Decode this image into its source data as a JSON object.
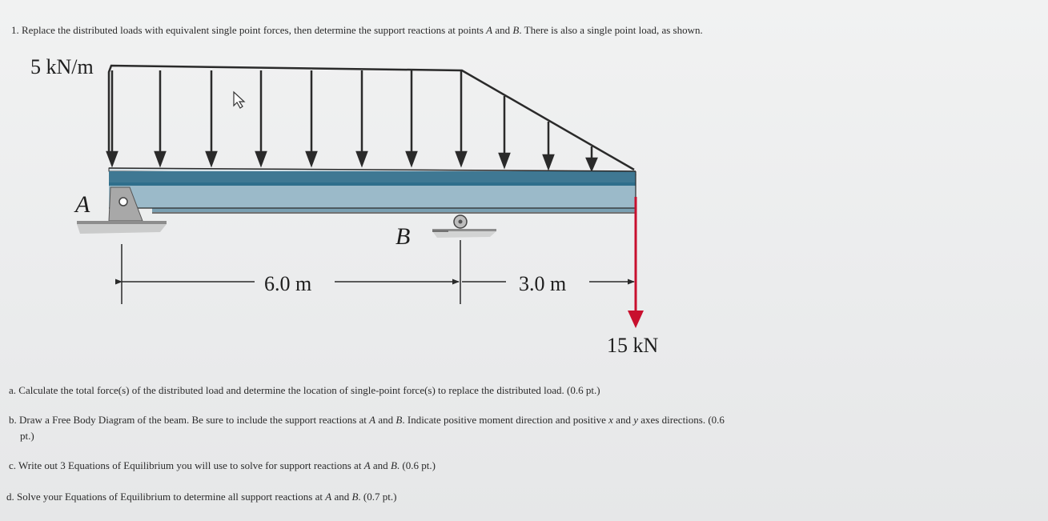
{
  "problem": {
    "title_prefix": "1. Replace the distributed loads with equivalent single point forces, then determine the support reactions at points ",
    "title_a": "A",
    "title_and": " and ",
    "title_b": "B",
    "title_suffix": ". There is also a single point load, as shown."
  },
  "figure": {
    "load_intensity_label": "5 kN/m",
    "support_a_label": "A",
    "support_b_label": "B",
    "dim_ab_label": "6.0 m",
    "dim_b_end_label": "3.0 m",
    "point_load_label": "15 kN",
    "colors": {
      "beam_top": "#4a7f97",
      "beam_mid": "#9dbccb",
      "beam_stripe": "#2f6f8c",
      "point_load": "#c8102e",
      "load_lines": "#2a2a2a",
      "support": "#9a9a9a"
    }
  },
  "questions": {
    "a": "a. Calculate the total force(s) of the distributed load and determine the location of single-point force(s) to replace the distributed load. (0.6 pt.)",
    "b_prefix": "b. Draw a Free Body Diagram of the beam. Be sure to include the support reactions at ",
    "b_a": "A",
    "b_and": " and ",
    "b_b": "B",
    "b_mid": ". Indicate positive moment direction and positive ",
    "b_x": "x",
    "b_and2": " and ",
    "b_y": "y",
    "b_suffix": " axes directions. (0.6",
    "b_cont": "pt.)",
    "c_prefix": "c. Write out 3 Equations of Equilibrium you will use to solve for support reactions at ",
    "c_a": "A",
    "c_and": " and ",
    "c_b": "B",
    "c_suffix": ". (0.6 pt.)",
    "d_prefix": "d. Solve your Equations of Equilibrium to determine all support reactions at ",
    "d_a": "A",
    "d_and": " and ",
    "d_b": "B",
    "d_suffix": ". (0.7 pt.)"
  }
}
